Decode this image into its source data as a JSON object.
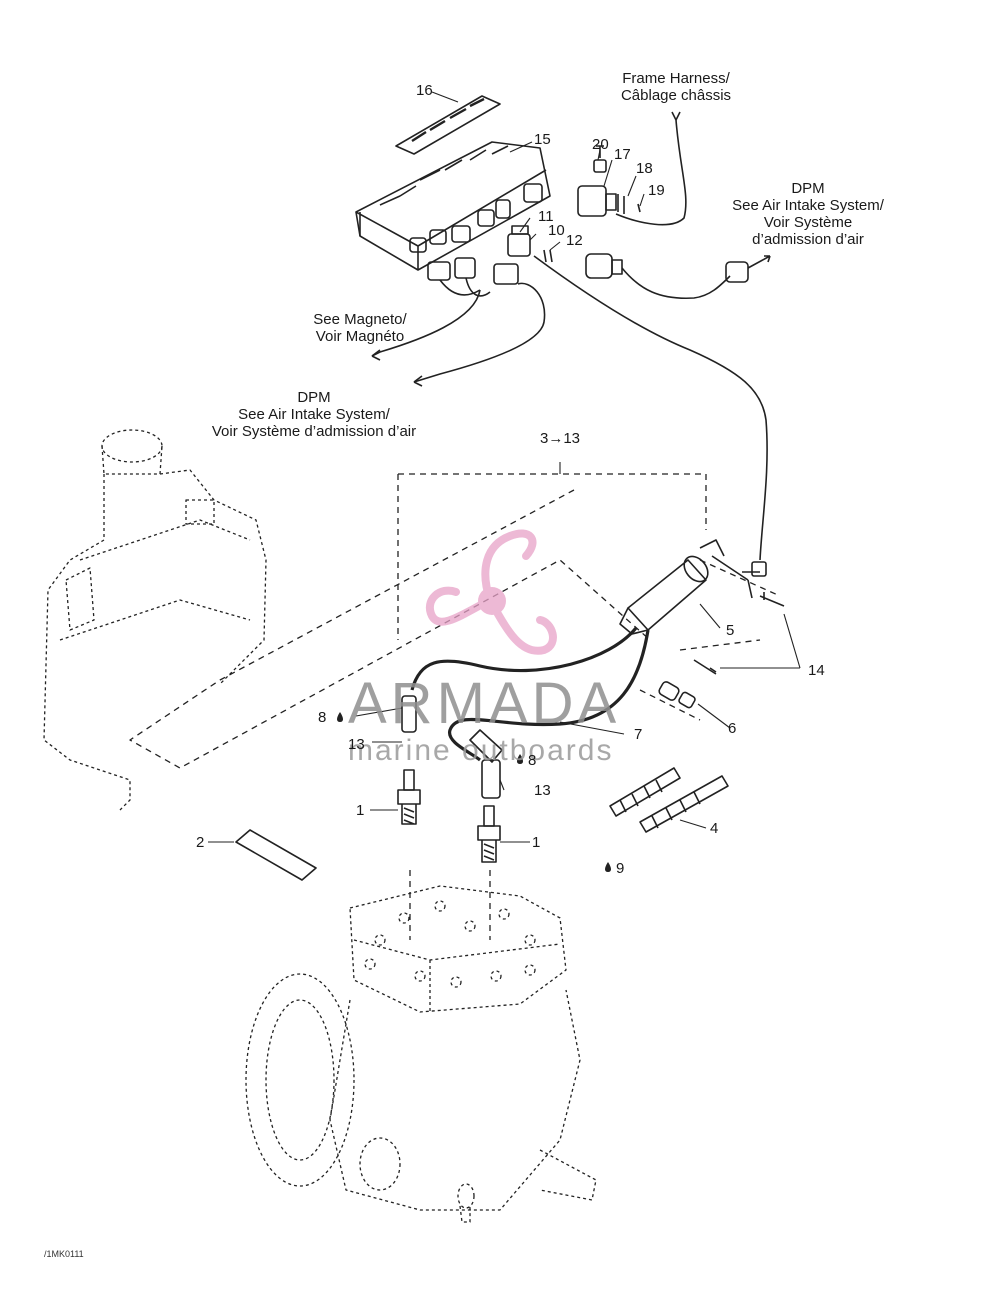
{
  "labels": {
    "frame_harness": [
      "Frame Harness/",
      "Câblage châssis"
    ],
    "dpm_top": [
      "DPM",
      "See Air Intake System/",
      "Voir Système",
      "d’admission d’air"
    ],
    "magneto": [
      "See Magneto/",
      "Voir Magnéto"
    ],
    "dpm_mid": [
      "DPM",
      "See Air Intake System/",
      "Voir Système d’admission d’air"
    ],
    "range": "3→13",
    "drawing_code": "/1MK0111"
  },
  "callouts": [
    "1",
    "1",
    "2",
    "4",
    "5",
    "6",
    "7",
    "8",
    "8",
    "9",
    "10",
    "11",
    "12",
    "13",
    "13",
    "14",
    "15",
    "16",
    "17",
    "18",
    "19",
    "20"
  ],
  "watermark": {
    "title": "ARMADA",
    "subtitle": "marine outboards",
    "logo": "propeller-logo",
    "color": "#e8a2c8"
  },
  "colors": {
    "line": "#222222",
    "background": "#ffffff"
  }
}
